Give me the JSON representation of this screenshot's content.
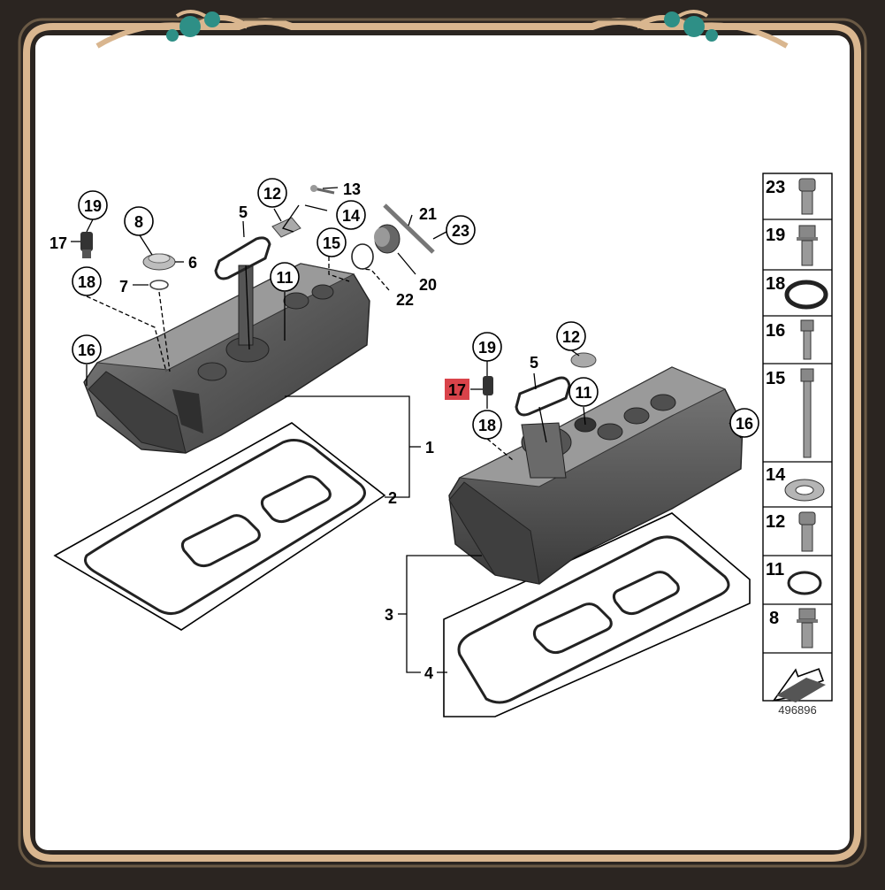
{
  "callouts": {
    "c19a": "19",
    "c17a": "17",
    "c8": "8",
    "c6": "6",
    "c7": "7",
    "c18a": "18",
    "c5a": "5",
    "c12a": "12",
    "c13": "13",
    "c14a": "14",
    "c21": "21",
    "c23a": "23",
    "c15a": "15",
    "c11a": "11",
    "c20": "20",
    "c22": "22",
    "c16a": "16",
    "c1": "1",
    "c2": "2",
    "c19b": "19",
    "c5b": "5",
    "c12b": "12",
    "c17b": "17",
    "c11b": "11",
    "c18b": "18",
    "c16b": "16",
    "c3": "3",
    "c4": "4"
  },
  "legend": {
    "items": [
      {
        "label": "23",
        "icon": "socket-head-bolt-icon"
      },
      {
        "label": "19",
        "icon": "hex-flange-bolt-icon"
      },
      {
        "label": "18",
        "icon": "o-ring-icon"
      },
      {
        "label": "16",
        "icon": "long-stud-bolt-icon"
      },
      {
        "label": "15",
        "icon": "extra-long-bolt-icon"
      },
      {
        "label": "14",
        "icon": "washer-icon"
      },
      {
        "label": "12",
        "icon": "flange-screw-icon"
      },
      {
        "label": "11",
        "icon": "seal-ring-icon"
      },
      {
        "label": "8",
        "icon": "hex-screw-icon"
      }
    ],
    "arrow_icon": "direction-arrow-icon"
  },
  "image_number": "496896",
  "colors": {
    "frame": "#d9b68f",
    "highlight": "#d9434a",
    "ornament": "#2e8f86"
  }
}
